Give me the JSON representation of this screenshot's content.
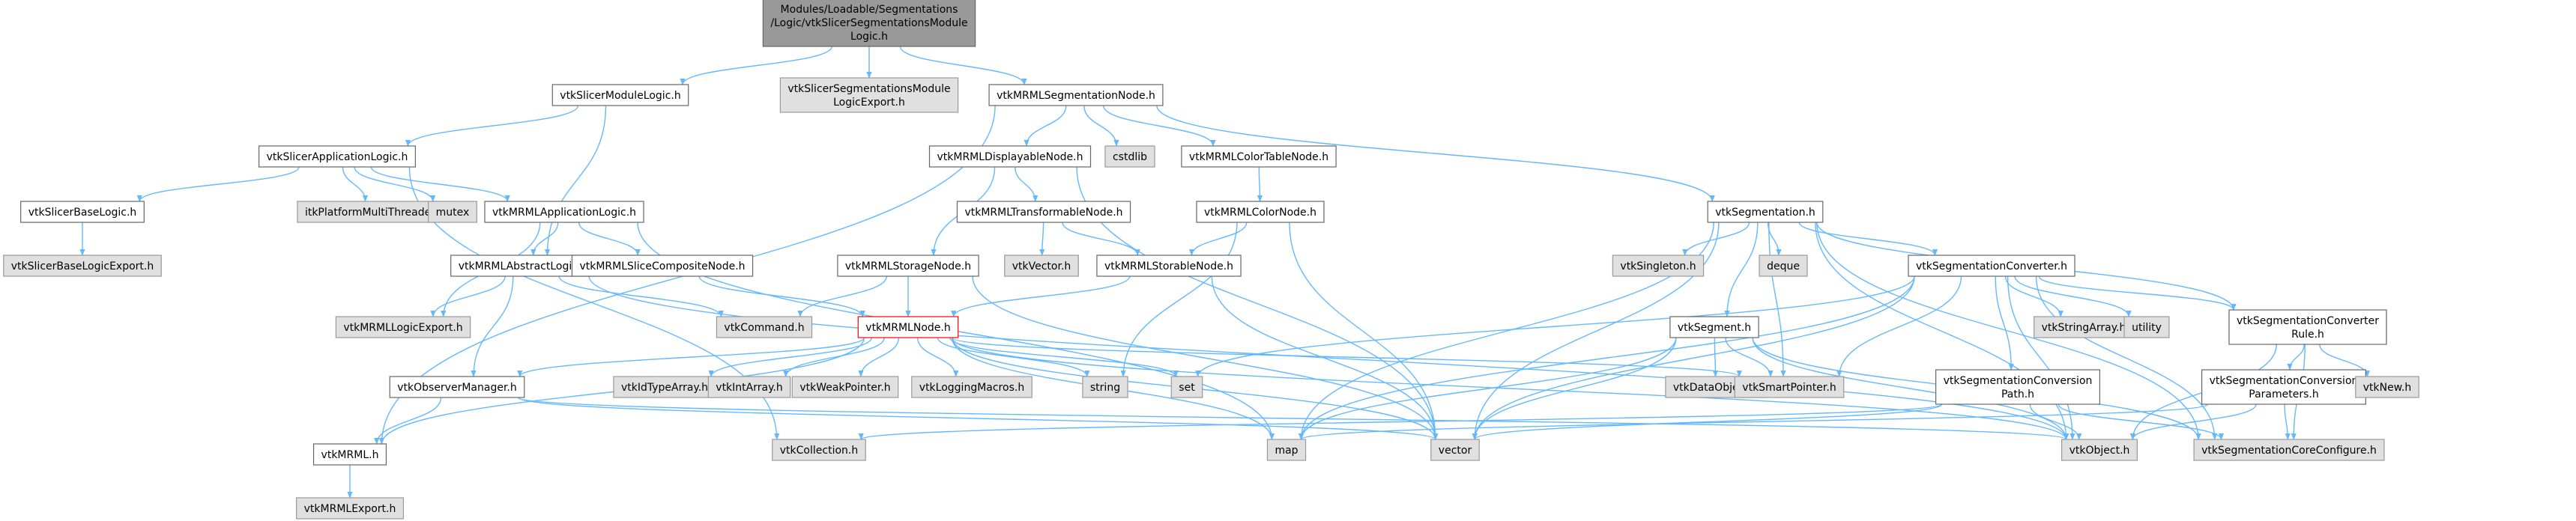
{
  "diagram": {
    "nodes": [
      {
        "id": "root",
        "lines": [
          "Modules/Loadable/Segmentations",
          "/Logic/vtkSlicerSegmentationsModule",
          "Logic.h"
        ],
        "kind": "root"
      },
      {
        "id": "sml",
        "lines": [
          "vtkSlicerModuleLogic.h"
        ],
        "kind": "normal"
      },
      {
        "id": "ssmle",
        "lines": [
          "vtkSlicerSegmentationsModule",
          "LogicExport.h"
        ],
        "kind": "external"
      },
      {
        "id": "msn",
        "lines": [
          "vtkMRMLSegmentationNode.h"
        ],
        "kind": "normal"
      },
      {
        "id": "sal",
        "lines": [
          "vtkSlicerApplicationLogic.h"
        ],
        "kind": "normal"
      },
      {
        "id": "mdn",
        "lines": [
          "vtkMRMLDisplayableNode.h"
        ],
        "kind": "normal"
      },
      {
        "id": "cstdlib",
        "lines": [
          "cstdlib"
        ],
        "kind": "external"
      },
      {
        "id": "mctn",
        "lines": [
          "vtkMRMLColorTableNode.h"
        ],
        "kind": "normal"
      },
      {
        "id": "sbl",
        "lines": [
          "vtkSlicerBaseLogic.h"
        ],
        "kind": "normal"
      },
      {
        "id": "itk",
        "lines": [
          "itkPlatformMultiThreader.h"
        ],
        "kind": "external"
      },
      {
        "id": "mutex",
        "lines": [
          "mutex"
        ],
        "kind": "external"
      },
      {
        "id": "mal",
        "lines": [
          "vtkMRMLApplicationLogic.h"
        ],
        "kind": "normal"
      },
      {
        "id": "mtn",
        "lines": [
          "vtkMRMLTransformableNode.h"
        ],
        "kind": "normal"
      },
      {
        "id": "mcn",
        "lines": [
          "vtkMRMLColorNode.h"
        ],
        "kind": "normal"
      },
      {
        "id": "seg",
        "lines": [
          "vtkSegmentation.h"
        ],
        "kind": "normal"
      },
      {
        "id": "sble",
        "lines": [
          "vtkSlicerBaseLogicExport.h"
        ],
        "kind": "external"
      },
      {
        "id": "mabl",
        "lines": [
          "vtkMRMLAbstractLogic.h"
        ],
        "kind": "normal"
      },
      {
        "id": "mscn",
        "lines": [
          "vtkMRMLSliceCompositeNode.h"
        ],
        "kind": "normal"
      },
      {
        "id": "msn2",
        "lines": [
          "vtkMRMLStorageNode.h"
        ],
        "kind": "normal"
      },
      {
        "id": "vvec",
        "lines": [
          "vtkVector.h"
        ],
        "kind": "external"
      },
      {
        "id": "mstn",
        "lines": [
          "vtkMRMLStorableNode.h"
        ],
        "kind": "normal"
      },
      {
        "id": "sing",
        "lines": [
          "vtkSingleton.h"
        ],
        "kind": "external"
      },
      {
        "id": "deque",
        "lines": [
          "deque"
        ],
        "kind": "external"
      },
      {
        "id": "sconv",
        "lines": [
          "vtkSegmentationConverter.h"
        ],
        "kind": "normal"
      },
      {
        "id": "mle",
        "lines": [
          "vtkMRMLLogicExport.h"
        ],
        "kind": "external"
      },
      {
        "id": "cmd",
        "lines": [
          "vtkCommand.h"
        ],
        "kind": "external"
      },
      {
        "id": "mnode",
        "lines": [
          "vtkMRMLNode.h"
        ],
        "kind": "highlight"
      },
      {
        "id": "vseg",
        "lines": [
          "vtkSegment.h"
        ],
        "kind": "normal"
      },
      {
        "id": "sarr",
        "lines": [
          "vtkStringArray.h"
        ],
        "kind": "external"
      },
      {
        "id": "util",
        "lines": [
          "utility"
        ],
        "kind": "external"
      },
      {
        "id": "scr",
        "lines": [
          "vtkSegmentationConverter",
          "Rule.h"
        ],
        "kind": "normal"
      },
      {
        "id": "idarr",
        "lines": [
          "vtkIdTypeArray.h"
        ],
        "kind": "external"
      },
      {
        "id": "intarr",
        "lines": [
          "vtkIntArray.h"
        ],
        "kind": "external"
      },
      {
        "id": "wptr",
        "lines": [
          "vtkWeakPointer.h"
        ],
        "kind": "external"
      },
      {
        "id": "logm",
        "lines": [
          "vtkLoggingMacros.h"
        ],
        "kind": "external"
      },
      {
        "id": "string",
        "lines": [
          "string"
        ],
        "kind": "external"
      },
      {
        "id": "set",
        "lines": [
          "set"
        ],
        "kind": "external"
      },
      {
        "id": "dobj",
        "lines": [
          "vtkDataObject.h"
        ],
        "kind": "external"
      },
      {
        "id": "sptr",
        "lines": [
          "vtkSmartPointer.h"
        ],
        "kind": "external"
      },
      {
        "id": "scp",
        "lines": [
          "vtkSegmentationConversion",
          "Path.h"
        ],
        "kind": "normal"
      },
      {
        "id": "scpar",
        "lines": [
          "vtkSegmentationConversion",
          "Parameters.h"
        ],
        "kind": "normal"
      },
      {
        "id": "vnew",
        "lines": [
          "vtkNew.h"
        ],
        "kind": "external"
      },
      {
        "id": "om",
        "lines": [
          "vtkObserverManager.h"
        ],
        "kind": "normal"
      },
      {
        "id": "mrml",
        "lines": [
          "vtkMRML.h"
        ],
        "kind": "normal"
      },
      {
        "id": "coll",
        "lines": [
          "vtkCollection.h"
        ],
        "kind": "external"
      },
      {
        "id": "map",
        "lines": [
          "map"
        ],
        "kind": "external"
      },
      {
        "id": "vector",
        "lines": [
          "vector"
        ],
        "kind": "external"
      },
      {
        "id": "vobj",
        "lines": [
          "vtkObject.h"
        ],
        "kind": "external"
      },
      {
        "id": "scc",
        "lines": [
          "vtkSegmentationCoreConfigure.h"
        ],
        "kind": "external"
      },
      {
        "id": "mrmlexp",
        "lines": [
          "vtkMRMLExport.h"
        ],
        "kind": "external"
      }
    ],
    "edges": [
      [
        "root",
        "sml"
      ],
      [
        "root",
        "ssmle"
      ],
      [
        "root",
        "msn"
      ],
      [
        "sml",
        "sal"
      ],
      [
        "sml",
        "mabl"
      ],
      [
        "sal",
        "sbl"
      ],
      [
        "sal",
        "itk"
      ],
      [
        "sal",
        "mutex"
      ],
      [
        "sal",
        "mal"
      ],
      [
        "sal",
        "coll"
      ],
      [
        "sbl",
        "sble"
      ],
      [
        "mal",
        "mabl"
      ],
      [
        "mal",
        "mscn"
      ],
      [
        "mal",
        "mle"
      ],
      [
        "mal",
        "map"
      ],
      [
        "mabl",
        "mle"
      ],
      [
        "mabl",
        "cmd"
      ],
      [
        "mabl",
        "om"
      ],
      [
        "mabl",
        "vobj"
      ],
      [
        "mscn",
        "mnode"
      ],
      [
        "msn",
        "mdn"
      ],
      [
        "msn",
        "cstdlib"
      ],
      [
        "msn",
        "mctn"
      ],
      [
        "msn",
        "seg"
      ],
      [
        "msn",
        "mrml"
      ],
      [
        "mdn",
        "mtn"
      ],
      [
        "mdn",
        "msn2"
      ],
      [
        "mdn",
        "vector"
      ],
      [
        "mtn",
        "vvec"
      ],
      [
        "mtn",
        "mstn"
      ],
      [
        "mctn",
        "mcn"
      ],
      [
        "mcn",
        "mstn"
      ],
      [
        "mcn",
        "string"
      ],
      [
        "mcn",
        "vector"
      ],
      [
        "mstn",
        "mnode"
      ],
      [
        "mstn",
        "vector"
      ],
      [
        "msn2",
        "mnode"
      ],
      [
        "msn2",
        "cmd"
      ],
      [
        "msn2",
        "vector"
      ],
      [
        "mnode",
        "om"
      ],
      [
        "mnode",
        "idarr"
      ],
      [
        "mnode",
        "intarr"
      ],
      [
        "mnode",
        "wptr"
      ],
      [
        "mnode",
        "logm"
      ],
      [
        "mnode",
        "string"
      ],
      [
        "mnode",
        "set"
      ],
      [
        "mnode",
        "sptr"
      ],
      [
        "mnode",
        "mrml"
      ],
      [
        "mnode",
        "map"
      ],
      [
        "mnode",
        "vector"
      ],
      [
        "mnode",
        "vobj"
      ],
      [
        "om",
        "mrml"
      ],
      [
        "om",
        "vobj"
      ],
      [
        "om",
        "vector"
      ],
      [
        "mrml",
        "mrmlexp"
      ],
      [
        "seg",
        "sing"
      ],
      [
        "seg",
        "deque"
      ],
      [
        "seg",
        "sconv"
      ],
      [
        "seg",
        "vseg"
      ],
      [
        "seg",
        "scr"
      ],
      [
        "seg",
        "sptr"
      ],
      [
        "seg",
        "map"
      ],
      [
        "seg",
        "vector"
      ],
      [
        "seg",
        "vobj"
      ],
      [
        "seg",
        "scc"
      ],
      [
        "sconv",
        "sarr"
      ],
      [
        "sconv",
        "util"
      ],
      [
        "sconv",
        "scr"
      ],
      [
        "sconv",
        "scp"
      ],
      [
        "sconv",
        "set"
      ],
      [
        "sconv",
        "sptr"
      ],
      [
        "sconv",
        "map"
      ],
      [
        "sconv",
        "vector"
      ],
      [
        "sconv",
        "vobj"
      ],
      [
        "sconv",
        "scc"
      ],
      [
        "vseg",
        "dobj"
      ],
      [
        "vseg",
        "sptr"
      ],
      [
        "vseg",
        "map"
      ],
      [
        "vseg",
        "vector"
      ],
      [
        "vseg",
        "vobj"
      ],
      [
        "vseg",
        "scc"
      ],
      [
        "scr",
        "scpar"
      ],
      [
        "scr",
        "vnew"
      ],
      [
        "scr",
        "vobj"
      ],
      [
        "scr",
        "scc"
      ],
      [
        "scp",
        "vobj"
      ],
      [
        "scp",
        "scc"
      ],
      [
        "scp",
        "coll"
      ],
      [
        "scp",
        "vector"
      ],
      [
        "scpar",
        "vobj"
      ],
      [
        "scpar",
        "scc"
      ],
      [
        "scpar",
        "map"
      ]
    ]
  }
}
